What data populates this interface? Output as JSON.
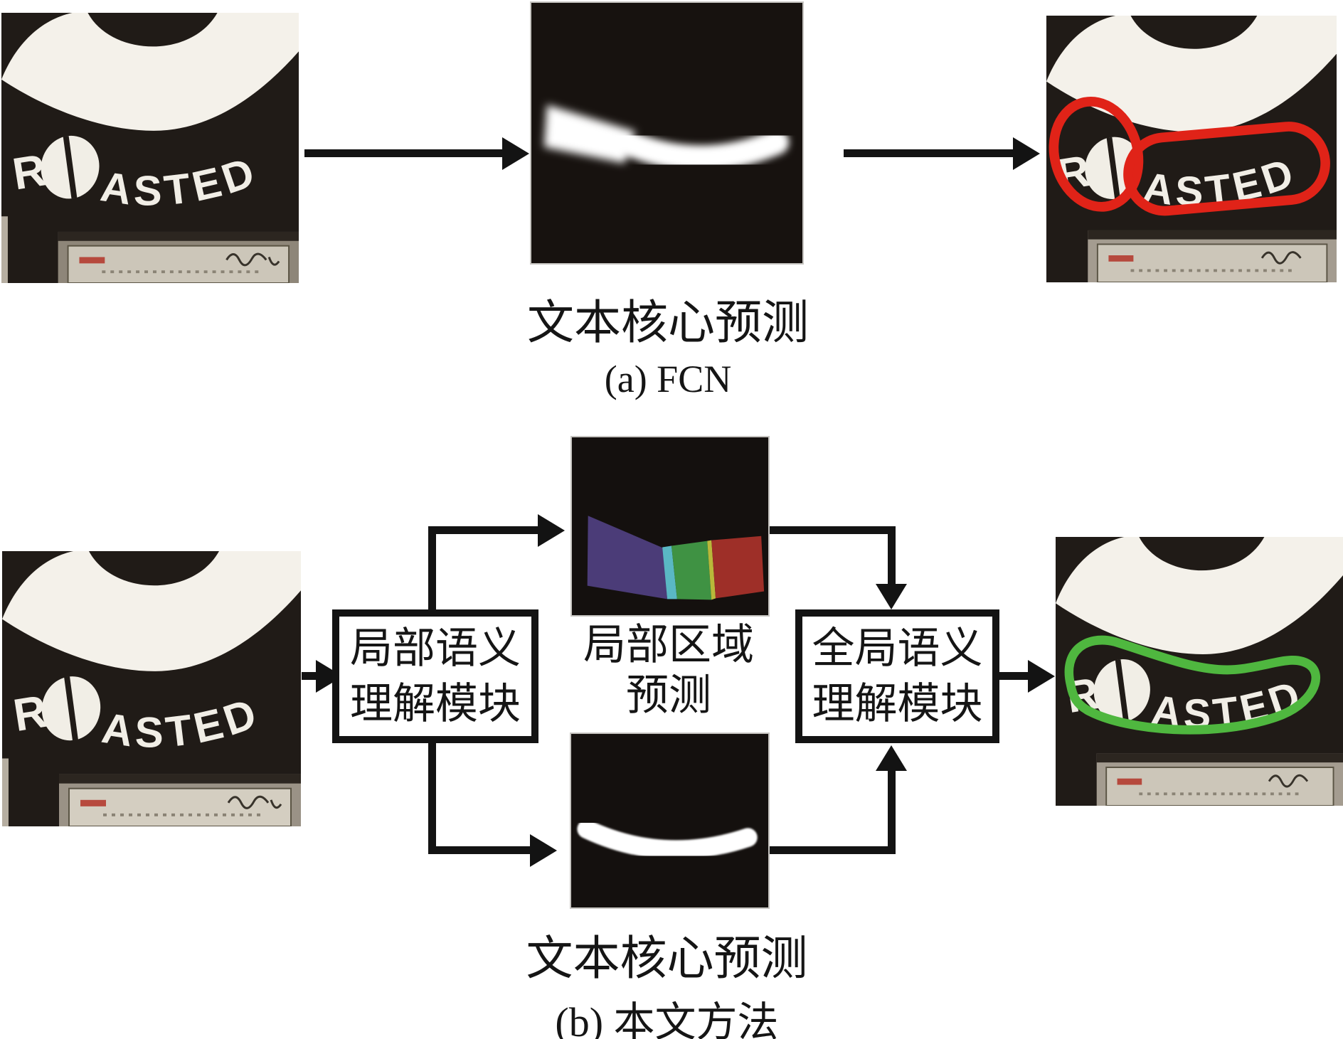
{
  "panel_a": {
    "core_prediction_label": "文本核心预测",
    "caption": "(a) FCN"
  },
  "panel_b": {
    "local_module_line1": "局部语义",
    "local_module_line2": "理解模块",
    "region_prediction_line1": "局部区域",
    "region_prediction_line2": "预测",
    "global_module_line1": "全局语义",
    "global_module_line2": "理解模块",
    "core_prediction_label": "文本核心预测",
    "caption": "(b) 本文方法"
  },
  "photo": {
    "word_first_letter": "R",
    "word_rest": "ASTED"
  },
  "colors": {
    "red_outline": "#e02318",
    "green_outline": "#4fb73f",
    "segment_purple": "#4b3c78",
    "segment_cyan": "#5ab8c4",
    "segment_green": "#3f9243",
    "segment_yellow": "#b9b83a",
    "segment_red": "#9e2f28",
    "arrow_black": "#131313"
  }
}
